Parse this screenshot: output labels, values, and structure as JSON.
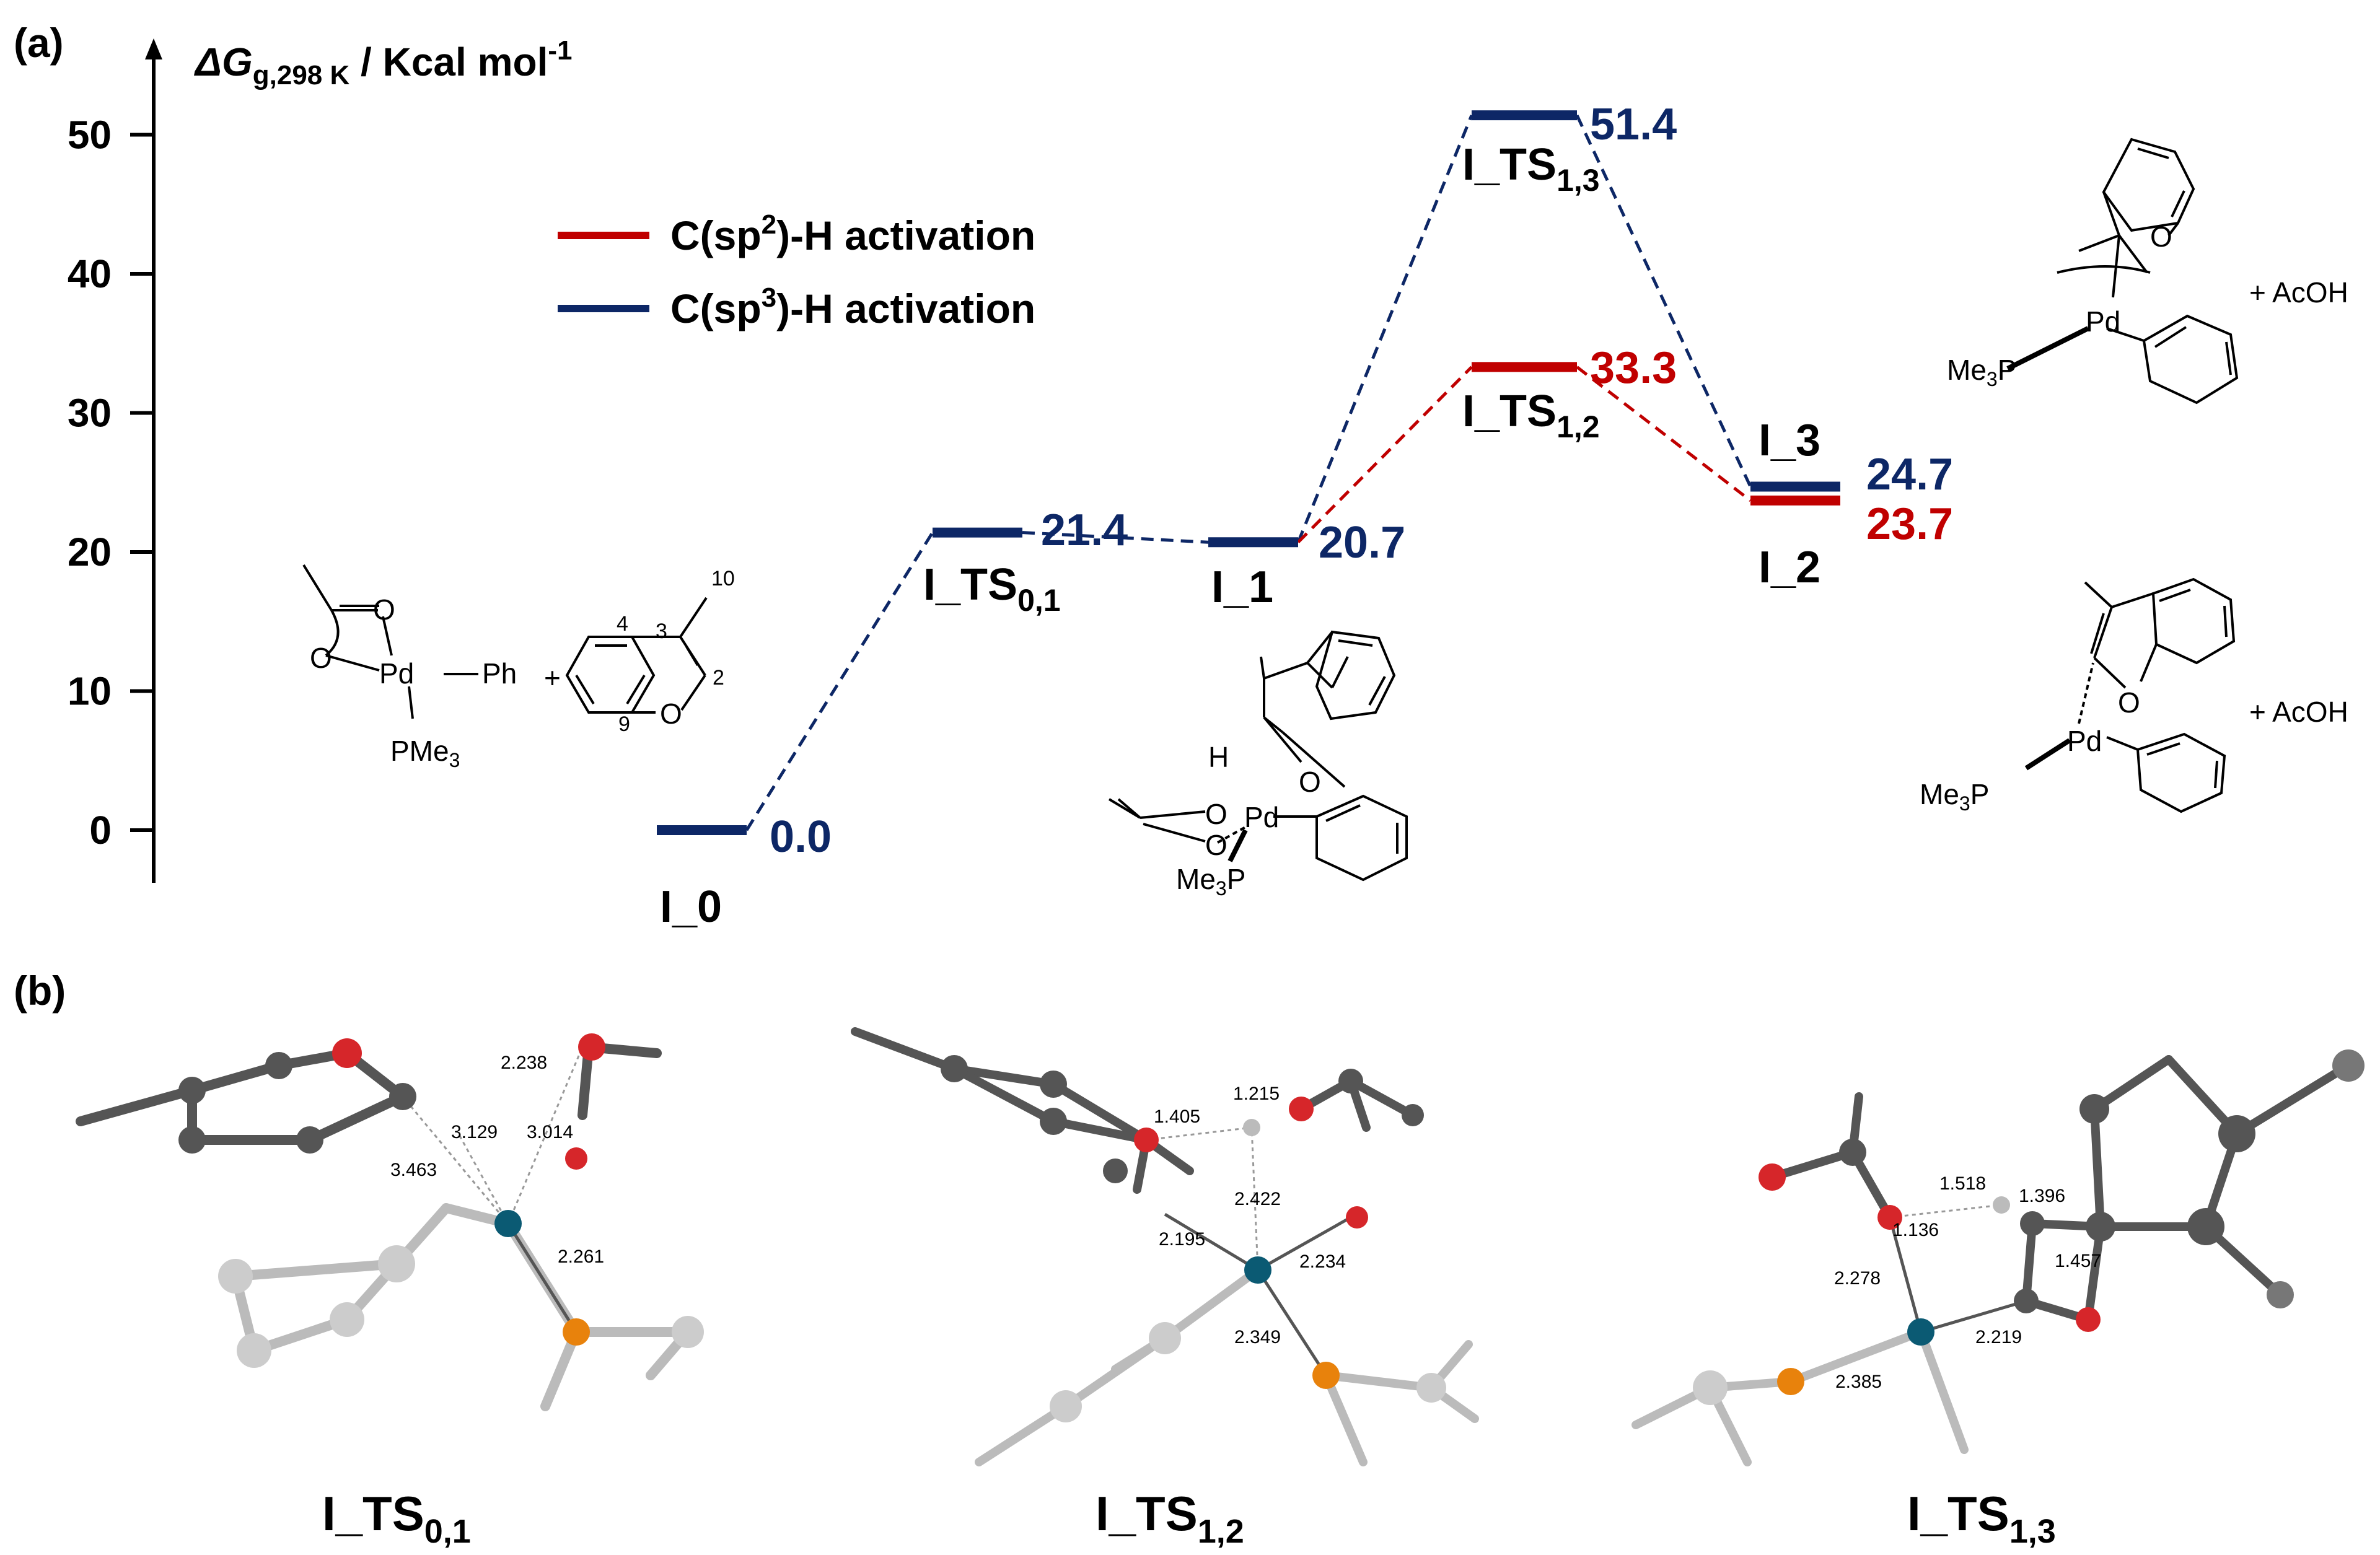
{
  "panel_labels": {
    "a": "(a)",
    "b": "(b)"
  },
  "chart_data": {
    "type": "energy-profile",
    "ylabel_main": "ΔG",
    "ylabel_sub": "g,298 K",
    "ylabel_unit": " / Kcal mol",
    "ylabel_sup": "-1",
    "ylim": [
      -3.5,
      56
    ],
    "yticks": [
      0,
      10,
      20,
      30,
      40,
      50
    ],
    "colors": {
      "sp2": "#c00000",
      "sp3": "#0d2766"
    },
    "legend": [
      {
        "key": "sp2",
        "pre": "C(sp",
        "sup": "2",
        "post": ")-H activation"
      },
      {
        "key": "sp3",
        "pre": "C(sp",
        "sup": "3",
        "post": ")-H activation"
      }
    ],
    "levels": [
      {
        "id": "I0",
        "name": "I_0",
        "name_sub": "",
        "value": 0.0,
        "value_label": "0.0",
        "series": "sp3"
      },
      {
        "id": "ITS01",
        "name": "I_TS",
        "name_sub": "0,1",
        "value": 21.4,
        "value_label": "21.4",
        "series": "sp3"
      },
      {
        "id": "I1",
        "name": "I_1",
        "name_sub": "",
        "value": 20.7,
        "value_label": "20.7",
        "series": "sp3"
      },
      {
        "id": "ITS13",
        "name": "I_TS",
        "name_sub": "1,3",
        "value": 51.4,
        "value_label": "51.4",
        "series": "sp3"
      },
      {
        "id": "ITS12",
        "name": "I_TS",
        "name_sub": "1,2",
        "value": 33.3,
        "value_label": "33.3",
        "series": "sp2"
      },
      {
        "id": "I3",
        "name": "I_3",
        "name_sub": "",
        "value": 24.7,
        "value_label": "24.7",
        "series": "sp3"
      },
      {
        "id": "I2",
        "name": "I_2",
        "name_sub": "",
        "value": 23.7,
        "value_label": "23.7",
        "series": "sp2"
      }
    ],
    "connections": [
      {
        "from": "I0",
        "to": "ITS01",
        "series": "sp3"
      },
      {
        "from": "ITS01",
        "to": "I1",
        "series": "sp3"
      },
      {
        "from": "I1",
        "to": "ITS13",
        "series": "sp3"
      },
      {
        "from": "I1",
        "to": "ITS12",
        "series": "sp2"
      },
      {
        "from": "ITS13",
        "to": "I3",
        "series": "sp3"
      },
      {
        "from": "ITS12",
        "to": "I2",
        "series": "sp2"
      }
    ]
  },
  "chem": {
    "reactant": {
      "pd": "Pd",
      "ph": "Ph",
      "o1": "O",
      "o2": "O",
      "pme3": "PMe",
      "pme3_sub": "3",
      "plus": "+",
      "bf_o": "O",
      "n2": "2",
      "n3": "3",
      "n4": "4",
      "n9": "9",
      "n10": "10"
    },
    "i1": {
      "h": "H",
      "o_ring": "O",
      "o1": "O",
      "o2": "O",
      "pd": "Pd",
      "me3p": "Me",
      "me3p_sub": "3",
      "me3p_p": "P"
    },
    "i3": {
      "o": "O",
      "pd": "Pd",
      "me3p": "Me",
      "me3p_sub": "3",
      "me3p_p": "P",
      "acoh": "+ AcOH"
    },
    "i2": {
      "o": "O",
      "pd": "Pd",
      "me3p": "Me",
      "me3p_sub": "3",
      "me3p_p": "P",
      "acoh": "+ AcOH"
    }
  },
  "structures": [
    {
      "title": "I_TS",
      "title_sub": "0,1",
      "labels": [
        "2.238",
        "3.129",
        "3.014",
        "3.463",
        "2.261"
      ]
    },
    {
      "title": "I_TS",
      "title_sub": "1,2",
      "labels": [
        "1.405",
        "1.215",
        "2.422",
        "2.195",
        "2.234",
        "2.349"
      ]
    },
    {
      "title": "I_TS",
      "title_sub": "1,3",
      "labels": [
        "1.518",
        "1.396",
        "1.136",
        "1.457",
        "2.278",
        "2.219",
        "2.385"
      ]
    }
  ]
}
